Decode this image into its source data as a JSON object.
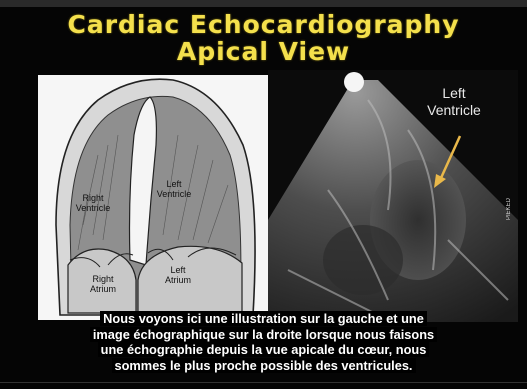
{
  "title": {
    "line1": "Cardiac Echocardiography",
    "line2": "Apical View"
  },
  "illustration": {
    "labels": {
      "right_ventricle": "Right\nVentricle",
      "left_ventricle": "Left\nVentricle",
      "right_atrium": "Right\nAtrium",
      "left_atrium": "Left\nAtrium"
    }
  },
  "echo_image": {
    "annotation": "Left\nVentricle",
    "side_tag": "PIEKED"
  },
  "subtitles": [
    "Nous voyons ici une illustration sur la gauche et une",
    "image échographique sur la droite lorsque nous faisons",
    "une échographie depuis la vue apicale du cœur, nous",
    "sommes le plus proche possible des ventricules."
  ],
  "colors": {
    "title": "#f4e04c",
    "background": "#050505",
    "subtitle_text": "#ffffff",
    "arrow": "#e9b84a"
  }
}
